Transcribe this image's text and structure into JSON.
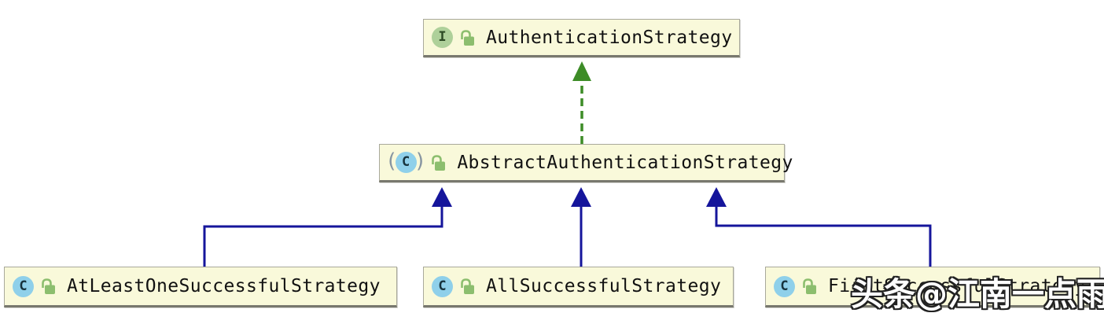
{
  "diagram": {
    "kind": "uml-class-diagram",
    "nodes": [
      {
        "id": "AuthenticationStrategy",
        "label": "AuthenticationStrategy",
        "type": "interface",
        "visibility": "public"
      },
      {
        "id": "AbstractAuthenticationStrategy",
        "label": "AbstractAuthenticationStrategy",
        "type": "abstract-class",
        "visibility": "public"
      },
      {
        "id": "AtLeastOneSuccessfulStrategy",
        "label": "AtLeastOneSuccessfulStrategy",
        "type": "class",
        "visibility": "public"
      },
      {
        "id": "AllSuccessfulStrategy",
        "label": "AllSuccessfulStrategy",
        "type": "class",
        "visibility": "public"
      },
      {
        "id": "FirstSuccessfulStrategy",
        "label": "FirstSuccessfulStrategy",
        "type": "class",
        "visibility": "public"
      }
    ],
    "edges": [
      {
        "from": "AbstractAuthenticationStrategy",
        "to": "AuthenticationStrategy",
        "relation": "implements",
        "line": "dashed",
        "color": "#3d8c27"
      },
      {
        "from": "AtLeastOneSuccessfulStrategy",
        "to": "AbstractAuthenticationStrategy",
        "relation": "extends",
        "line": "solid",
        "color": "#15159b"
      },
      {
        "from": "AllSuccessfulStrategy",
        "to": "AbstractAuthenticationStrategy",
        "relation": "extends",
        "line": "solid",
        "color": "#15159b"
      },
      {
        "from": "FirstSuccessfulStrategy",
        "to": "AbstractAuthenticationStrategy",
        "relation": "extends",
        "line": "solid",
        "color": "#15159b"
      }
    ]
  },
  "icons": {
    "interface_letter": "I",
    "class_letter": "C",
    "abstract_paren_open": "(",
    "abstract_paren_close": ")",
    "lock_icon": "open-padlock"
  },
  "colors": {
    "node_background": "#f9f9da",
    "node_border": "#a9a99b",
    "node_bottom_border": "#78786e",
    "interface_badge": "#aed09a",
    "class_badge": "#8fd0ea",
    "lock_green": "#8cbe6e",
    "implements_green": "#3d8c27",
    "extends_blue": "#15159b",
    "label_text": "#111111"
  },
  "watermark": {
    "text": "头条@江南一点雨"
  }
}
